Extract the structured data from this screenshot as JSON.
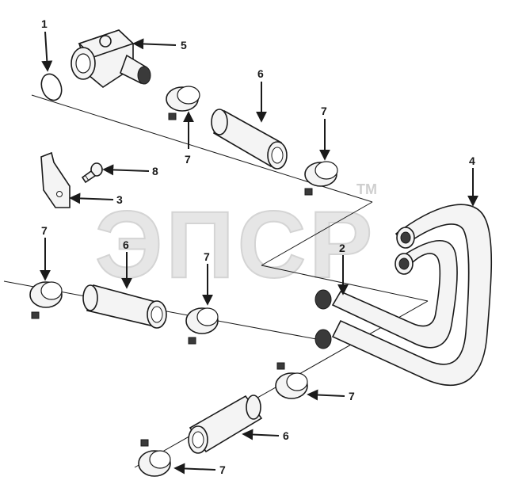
{
  "diagram": {
    "watermark": "ЭПСР",
    "trademark": "TM",
    "callouts": [
      {
        "id": "c1",
        "label": "1"
      },
      {
        "id": "c5",
        "label": "5"
      },
      {
        "id": "c6a",
        "label": "6"
      },
      {
        "id": "c7a",
        "label": "7"
      },
      {
        "id": "c7b",
        "label": "7"
      },
      {
        "id": "c8",
        "label": "8"
      },
      {
        "id": "c3",
        "label": "3"
      },
      {
        "id": "c4",
        "label": "4"
      },
      {
        "id": "c7c",
        "label": "7"
      },
      {
        "id": "c6b",
        "label": "6"
      },
      {
        "id": "c7d",
        "label": "7"
      },
      {
        "id": "c2",
        "label": "2"
      },
      {
        "id": "c7e",
        "label": "7"
      },
      {
        "id": "c6c",
        "label": "6"
      },
      {
        "id": "c7f",
        "label": "7"
      }
    ]
  }
}
